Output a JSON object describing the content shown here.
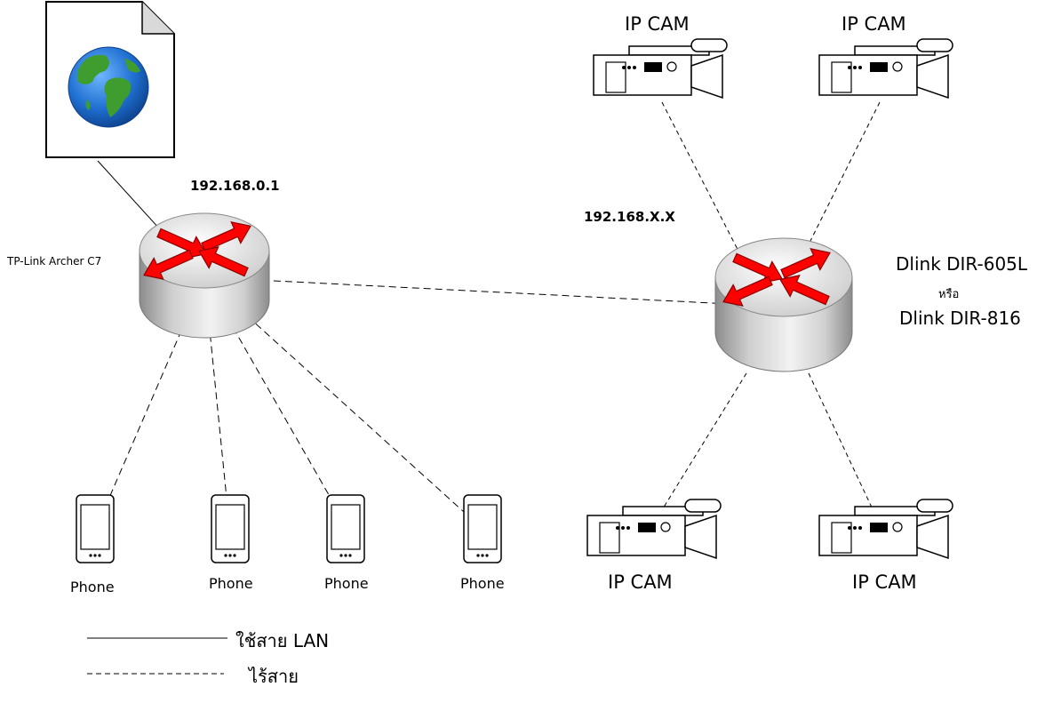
{
  "diagram": {
    "internet_icon": "globe-document-icon",
    "main_router": {
      "ip": "192.168.0.1",
      "model": "TP-Link Archer C7"
    },
    "secondary_router": {
      "ip": "192.168.X.X",
      "model_line1": "Dlink DIR-605L",
      "model_or": "หรือ",
      "model_line2": "Dlink DIR-816"
    },
    "cameras": [
      {
        "label": "IP CAM"
      },
      {
        "label": "IP CAM"
      },
      {
        "label": "IP CAM"
      },
      {
        "label": "IP CAM"
      }
    ],
    "phones": [
      {
        "label": "Phone"
      },
      {
        "label": "Phone"
      },
      {
        "label": "Phone"
      },
      {
        "label": "Phone"
      }
    ],
    "legend": {
      "wired": "ใช้สาย LAN",
      "wireless": "ไร้สาย"
    },
    "colors": {
      "arrow_red": "#ff0000",
      "arrow_dark_red": "#8b0000",
      "globe_blue": "#1f6fd1",
      "globe_green": "#3f9d2f"
    }
  }
}
